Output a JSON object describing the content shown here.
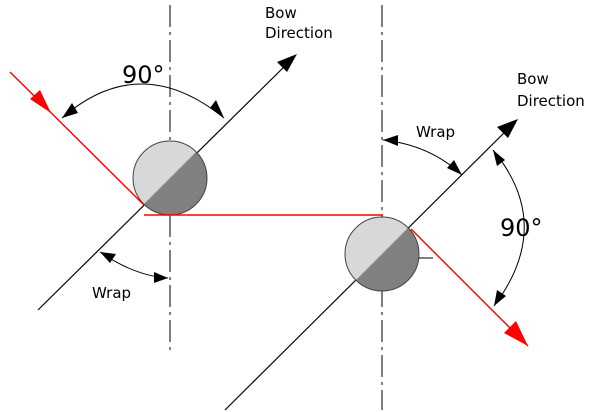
{
  "labels": {
    "left_bow_line1": "Bow",
    "left_bow_line2": "Direction",
    "left_angle": "90°",
    "left_wrap": "Wrap",
    "right_bow_line1": "Bow",
    "right_bow_line2": "Direction",
    "right_wrap": "Wrap",
    "right_angle": "90°"
  },
  "colors": {
    "line": "#000000",
    "rope": "#ff0000",
    "disk_light": "#d8d8d8",
    "disk_dark": "#808080"
  }
}
